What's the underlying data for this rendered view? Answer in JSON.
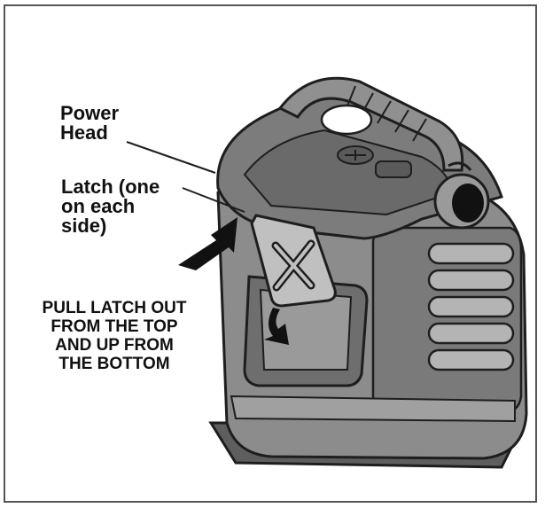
{
  "callouts": {
    "power_head": [
      "Power",
      "Head"
    ],
    "latch": [
      "Latch (one",
      "on each",
      "side)"
    ]
  },
  "instruction": [
    "PULL LATCH OUT",
    "FROM THE TOP",
    "AND UP FROM",
    "THE BOTTOM"
  ],
  "colors": {
    "body_dark": "#6e6e6e",
    "body_mid": "#8c8c8c",
    "body_light": "#b4b4b4",
    "outline": "#1e1e1e",
    "arrow": "#111111"
  }
}
